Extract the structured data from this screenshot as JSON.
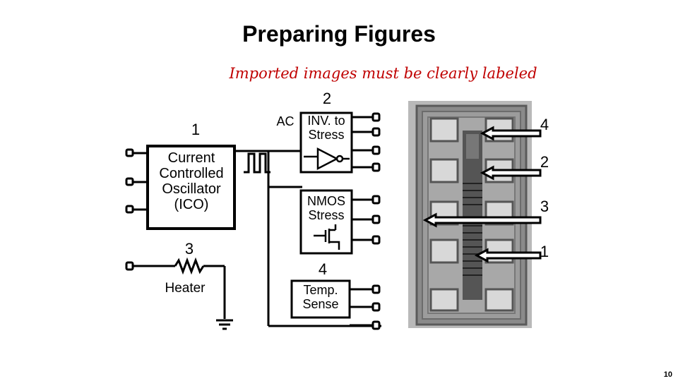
{
  "slide": {
    "title": "Preparing Figures",
    "subtitle": "Imported images must be clearly labeled",
    "page_number": "10"
  },
  "schematic": {
    "ico_number": "1",
    "ico_lines": [
      "Current",
      "Controlled",
      "Oscillator",
      "(ICO)"
    ],
    "heater_number": "3",
    "heater_label": "Heater",
    "inv_number": "2",
    "inv_ac": "AC",
    "inv_lines": [
      "INV. to",
      "Stress"
    ],
    "nmos_lines": [
      "NMOS",
      "Stress"
    ],
    "temp_number": "4",
    "temp_lines": [
      "Temp.",
      "Sense"
    ]
  },
  "die_photo": {
    "arrow_labels": [
      "4",
      "2",
      "3",
      "1"
    ]
  }
}
